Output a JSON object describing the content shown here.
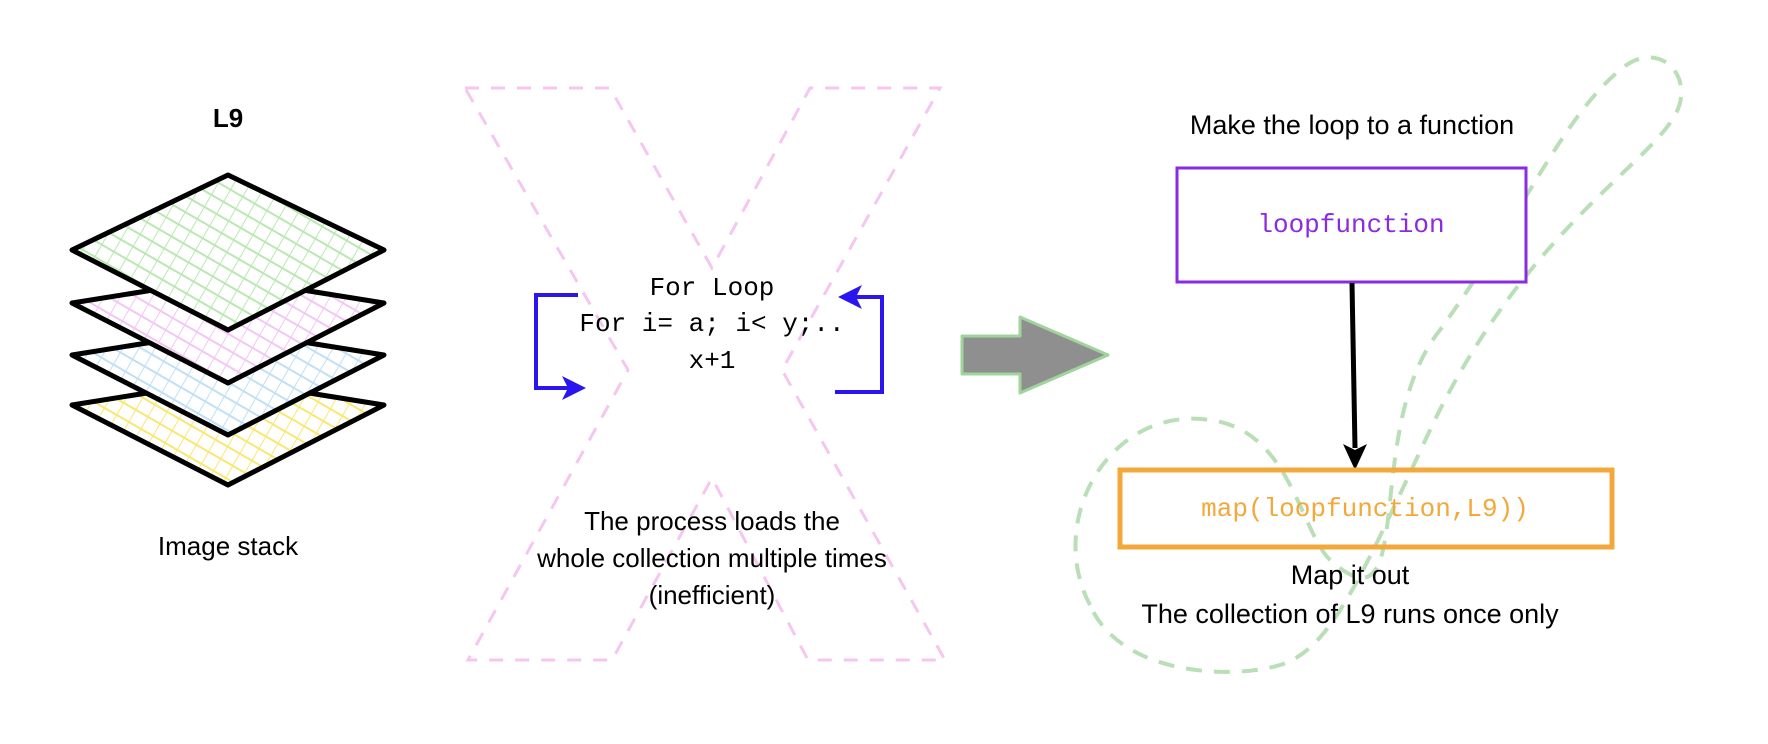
{
  "stack": {
    "title": "L9",
    "caption": "Image stack",
    "layer_colors": [
      "#b9e8b0",
      "#f3c6f3",
      "#bfe0f5",
      "#f7e873"
    ]
  },
  "loop": {
    "line1": "For Loop",
    "line2": "For i= a; i< y;..",
    "line3": "x+1",
    "note_line1": "The process loads the",
    "note_line2": "whole collection multiple times",
    "note_line3": "(inefficient)",
    "arrow_color": "#2a14f0",
    "cross_color": "#f5c6f0"
  },
  "transition_arrow": {
    "fill": "#8f8f8f",
    "stroke": "#9fd49a"
  },
  "function": {
    "heading": "Make the loop to a function",
    "box_label": "loopfunction",
    "box_color": "#8a2be2"
  },
  "map": {
    "box_label": "map(loopfunction,L9))",
    "box_color": "#f3a83b",
    "caption_line1": "Map it out",
    "caption_line2": "The collection of L9 runs once only",
    "check_color": "#b9dfb6"
  }
}
